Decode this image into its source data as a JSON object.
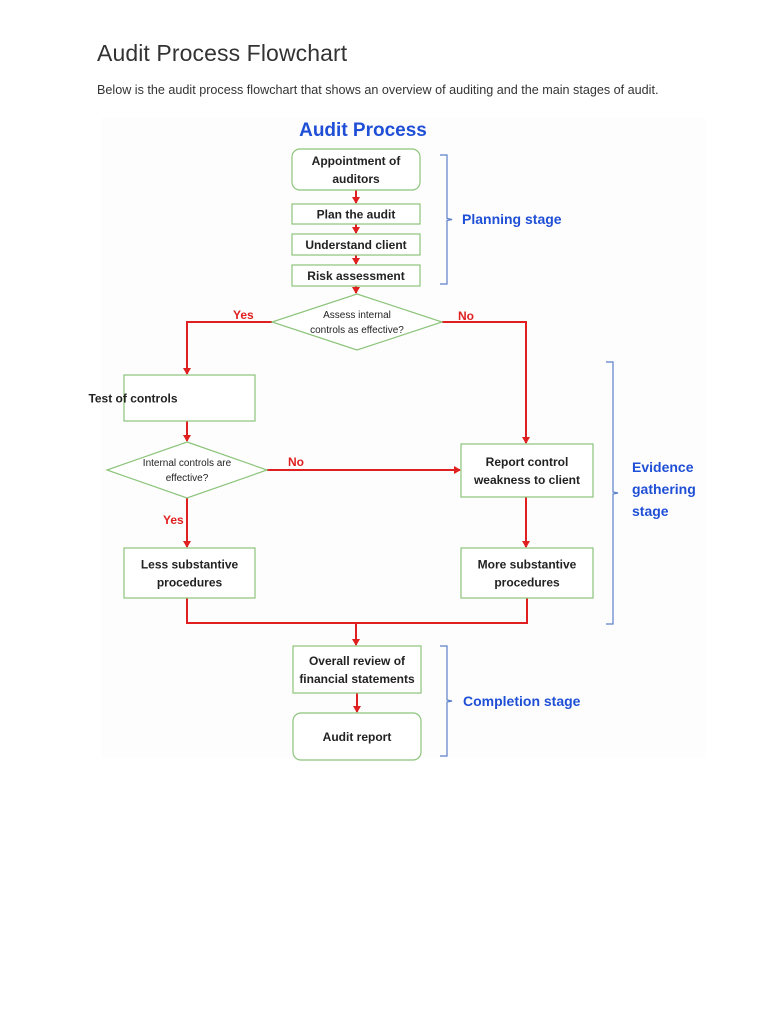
{
  "page": {
    "title": "Audit Process Flowchart",
    "intro": "Below is the audit process flowchart that shows an overview of auditing and the main stages of audit."
  },
  "colors": {
    "node_border": "#8cc47a",
    "arrow": "#e02020",
    "stage_text": "#1f4fd6",
    "bracket": "#5b7fc9"
  },
  "flowchart": {
    "title": "Audit Process",
    "nodes": {
      "appointment": [
        "Appointment of",
        "auditors"
      ],
      "plan": [
        "Plan the audit"
      ],
      "understand": [
        "Understand client"
      ],
      "risk": [
        "Risk assessment"
      ],
      "assess": [
        "Assess internal",
        "controls as effective?"
      ],
      "test": [
        "Test of controls"
      ],
      "effective": [
        "Internal controls are",
        "effective?"
      ],
      "report_weakness": [
        "Report control",
        "weakness to client"
      ],
      "less": [
        "Less substantive",
        "procedures"
      ],
      "more": [
        "More substantive",
        "procedures"
      ],
      "overall": [
        "Overall review of",
        "financial statements"
      ],
      "audit_report": [
        "Audit report"
      ]
    },
    "labels": {
      "yes1": "Yes",
      "no1": "No",
      "no2": "No",
      "yes2": "Yes"
    },
    "stages": {
      "planning": [
        "Planning stage"
      ],
      "evidence": [
        "Evidence",
        "gathering",
        "stage"
      ],
      "completion": [
        "Completion stage"
      ]
    }
  }
}
